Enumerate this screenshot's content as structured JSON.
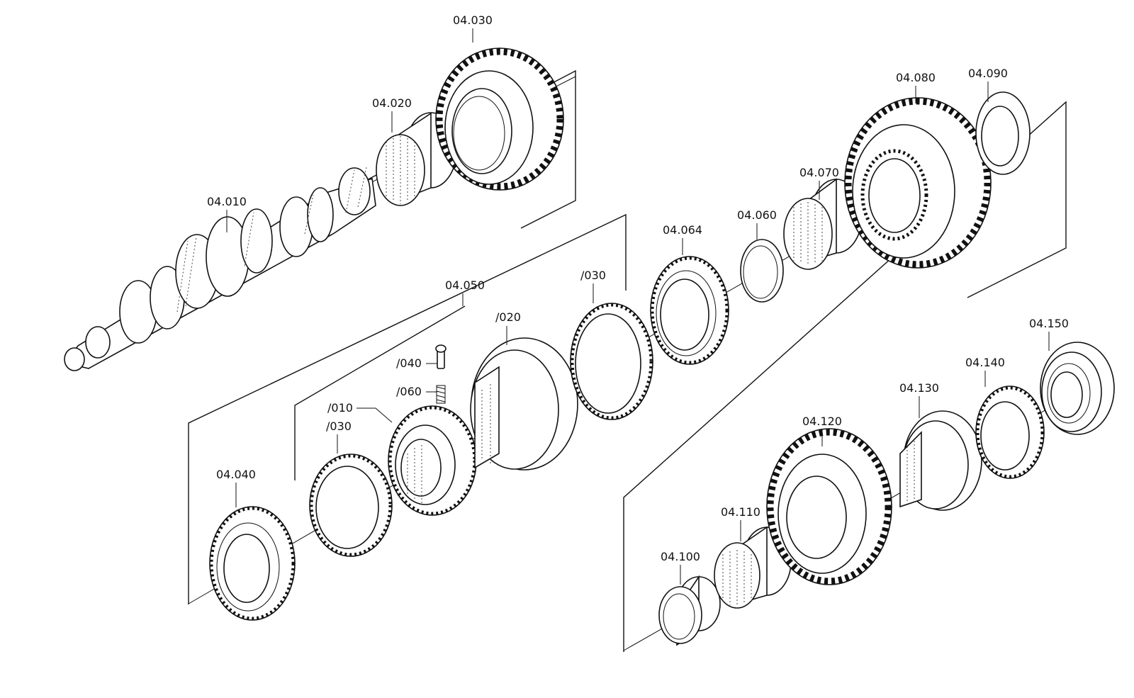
{
  "labels": {
    "p04_010": "04.010",
    "p04_020": "04.020",
    "p04_030": "04.030",
    "p04_040": "04.040",
    "p04_050": "04.050",
    "p04_060": "04.060",
    "p04_064": "04.064",
    "p04_070": "04.070",
    "p04_080": "04.080",
    "p04_090": "04.090",
    "p04_100": "04.100",
    "p04_110": "04.110",
    "p04_120": "04.120",
    "p04_130": "04.130",
    "p04_140": "04.140",
    "p04_150": "04.150",
    "sub_010": "/010",
    "sub_020": "/020",
    "sub_030_a": "/030",
    "sub_030_b": "/030",
    "sub_040": "/040",
    "sub_060": "/060"
  }
}
